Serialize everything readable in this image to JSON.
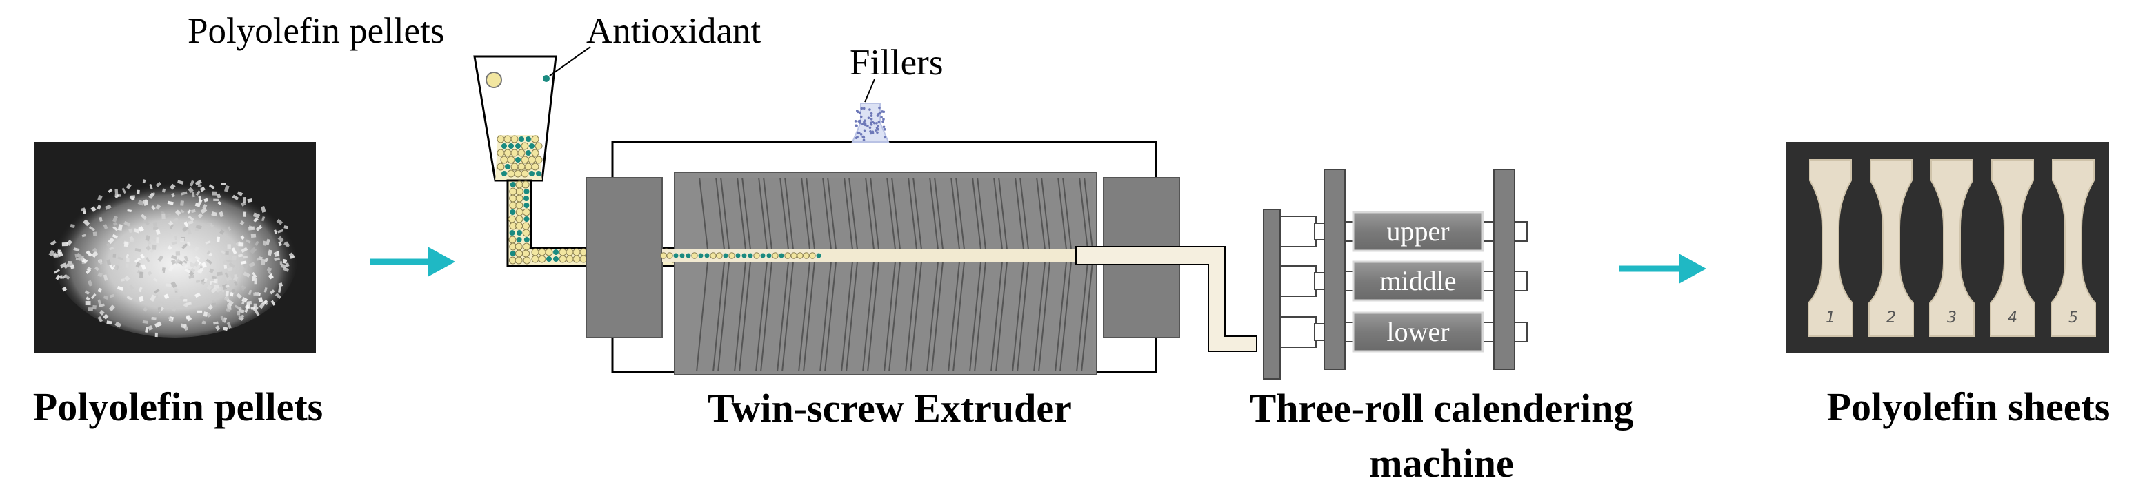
{
  "labels": {
    "hopper_pellets": "Polyolefin pellets",
    "hopper_antioxidant": "Antioxidant",
    "fillers": "Fillers",
    "roll_upper": "upper",
    "roll_middle": "middle",
    "roll_lower": "lower"
  },
  "titles": {
    "pellets": "Polyolefin pellets",
    "extruder": "Twin-screw Extruder",
    "calender_line1": "Three-roll calendering",
    "calender_line2": "machine",
    "sheets": "Polyolefin sheets"
  },
  "sheet_numbers": [
    "1",
    "2",
    "3",
    "4",
    "5"
  ],
  "colors": {
    "arrow": "#1fb8c4",
    "pellet": "#f2e6a0",
    "antioxidant": "#1a8a80",
    "filler": "#6d78b8",
    "screw": "#8a8a8a",
    "block": "#7f7f7f",
    "melt": "#f5efdf",
    "photo_bg": "#1e1e1e"
  }
}
